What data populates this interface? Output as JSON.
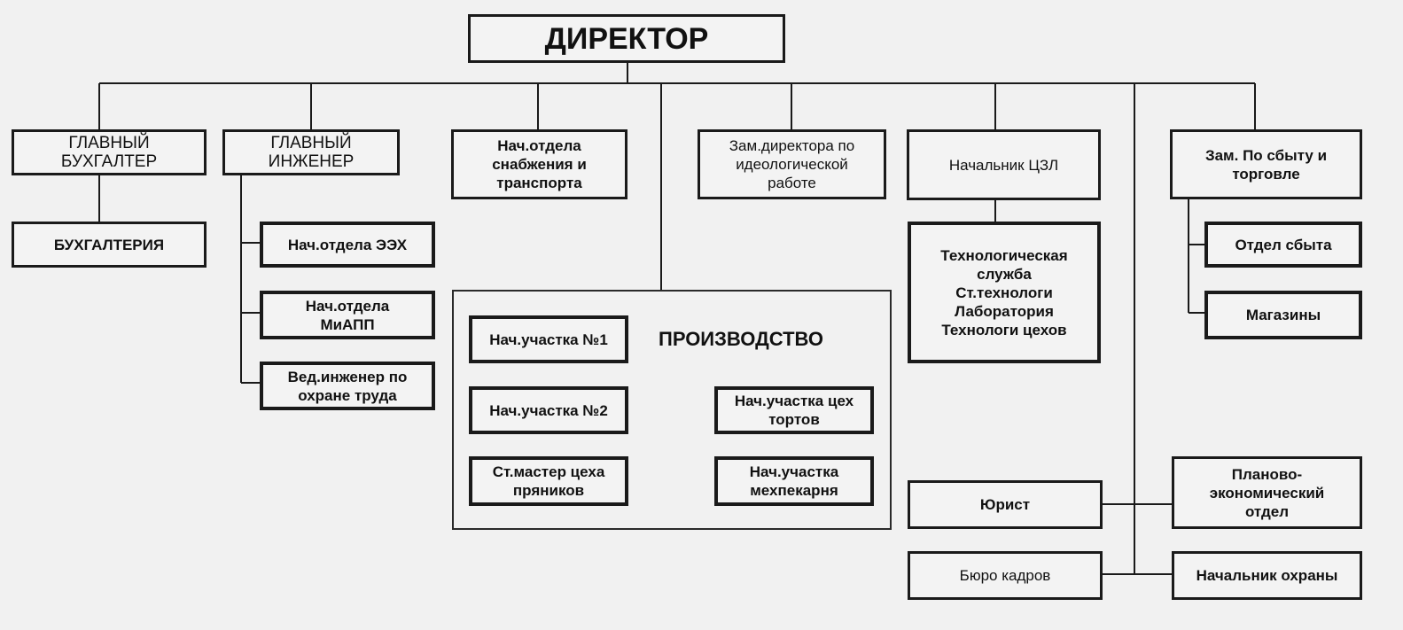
{
  "director": "ДИРЕКТОР",
  "chief_accountant": "ГЛАВНЫЙ\nБУХГАЛТЕР",
  "accounting": "БУХГАЛТЕРИЯ",
  "chief_engineer": "ГЛАВНЫЙ\nИНЖЕНЕР",
  "engineer_subs": [
    "Нач.отдела ЭЭХ",
    "Нач.отдела\nМиАПП",
    "Вед.инженер по\nохране труда"
  ],
  "supply_head": "Нач.отдела\nснабжения и\nтранспорта",
  "deputy_ideology": "Зам.директора по\nидеологической\nработе",
  "lab_head": "Начальник ЦЗЛ",
  "tech_service": "Технологическая\nслужба\nСт.технологи\nЛаборатория\nТехнологи цехов",
  "deputy_sales": "Зам. По сбыту и\nторговле",
  "sales_subs": [
    "Отдел сбыта",
    "Магазины"
  ],
  "production": {
    "label": "ПРОИЗВОДСТВО",
    "left": [
      "Нач.участка №1",
      "Нач.участка №2",
      "Ст.мастер цеха\nпряников"
    ],
    "right": [
      "Нач.участка цех\nтортов",
      "Нач.участка\nмехпекарня"
    ]
  },
  "lawyer": "Юрист",
  "hr": "Бюро кадров",
  "planning": "Планово-\nэкономический\nотдел",
  "security": "Начальник охраны"
}
